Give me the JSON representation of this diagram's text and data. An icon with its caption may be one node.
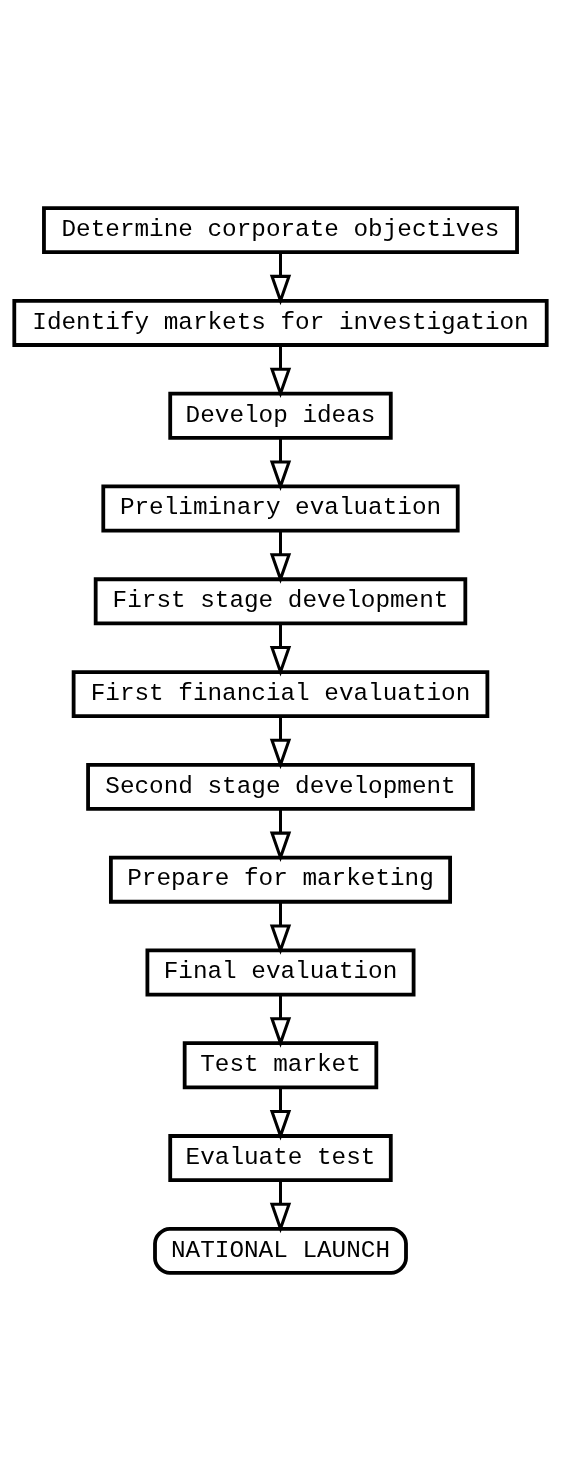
{
  "diagram": {
    "nodes": [
      {
        "text": [
          "Determine corporate objectives"
        ]
      },
      {
        "text": [
          "Identify markets for investigation"
        ]
      },
      {
        "text": [
          "Develop ideas"
        ]
      },
      {
        "text": [
          "Preliminary evaluation"
        ]
      },
      {
        "text": [
          "First stage development"
        ]
      },
      {
        "text": [
          "First financial evaluation"
        ]
      },
      {
        "text": [
          "Second stage development"
        ]
      },
      {
        "text": [
          "Prepare for marketing"
        ]
      },
      {
        "text": [
          "Final evaluation"
        ]
      },
      {
        "text": [
          "Test market"
        ]
      },
      {
        "text": [
          "Evaluate test"
        ]
      },
      {
        "text": [
          "NATIONAL LAUNCH"
        ]
      }
    ],
    "edges": [
      {
        "from": 0,
        "to": 1,
        "arrow": "to"
      },
      {
        "from": 1,
        "to": 2,
        "arrow": "to"
      },
      {
        "from": 2,
        "to": 3,
        "arrow": "to"
      },
      {
        "from": 3,
        "to": 4,
        "arrow": "to"
      },
      {
        "from": 4,
        "to": 5,
        "arrow": "to"
      },
      {
        "from": 5,
        "to": 6,
        "arrow": "to"
      },
      {
        "from": 6,
        "to": 7,
        "arrow": "to"
      },
      {
        "from": 7,
        "to": 8,
        "arrow": "to"
      },
      {
        "from": 8,
        "to": 9,
        "arrow": "to"
      },
      {
        "from": 9,
        "to": 10,
        "arrow": "to"
      },
      {
        "from": 10,
        "to": 11,
        "arrow": "to"
      }
    ]
  }
}
